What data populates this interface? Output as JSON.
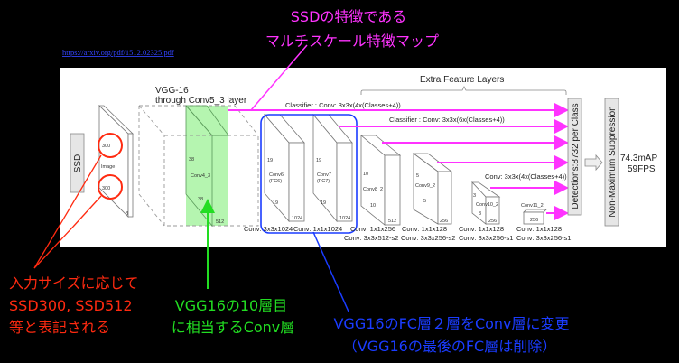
{
  "link": "https://arxiv.org/pdf/1512.02325.pdf",
  "diagram": {
    "ssd_label": "SSD",
    "image": {
      "label": "Image",
      "h": "300",
      "w": "300",
      "c": "3"
    },
    "vgg": {
      "title1": "VGG-16",
      "title2": "through Conv5_3 layer",
      "name": "Conv4_3",
      "h": "38",
      "w": "38",
      "c": "512"
    },
    "conv6": {
      "name1": "Conv6",
      "name2": "(FC6)",
      "h": "19",
      "w": "19",
      "c": "1024",
      "op": "Conv: 3x3x1024"
    },
    "conv7": {
      "name1": "Conv7",
      "name2": "(FC7)",
      "h": "19",
      "w": "19",
      "c": "1024",
      "op": "Conv: 1x1x1024"
    },
    "conv8": {
      "name": "Conv8_2",
      "h": "10",
      "w": "10",
      "c": "512",
      "op1": "Conv: 1x1x256",
      "op2": "Conv: 3x3x512-s2"
    },
    "conv9": {
      "name": "Conv9_2",
      "h": "5",
      "w": "5",
      "c": "256",
      "op1": "Conv: 1x1x128",
      "op2": "Conv: 3x3x256-s2"
    },
    "conv10": {
      "name": "Conv10_2",
      "h": "3",
      "w": "3",
      "c": "256",
      "op1": "Conv: 1x1x128",
      "op2": "Conv: 3x3x256-s1"
    },
    "conv11": {
      "name": "Conv11_2",
      "c": "256",
      "op1": "Conv: 1x1x128",
      "op2": "Conv: 3x3x256-s1"
    },
    "extra_title": "Extra Feature Layers",
    "classifier1": "Classifier : Conv: 3x3x(4x(Classes+4))",
    "classifier2": "Classifier : Conv: 3x3x(6x(Classes+4))",
    "classifier3": "Conv: 3x3x(4x(Classes+4))",
    "detections": "Detections:8732  per Class",
    "nms": "Non-Maximum Suppression",
    "map": "74.3mAP",
    "fps": "59FPS"
  },
  "annotations": {
    "magenta": [
      "SSDの特徴である",
      "マルチスケール特徴マップ"
    ],
    "red": [
      "入力サイズに応じて",
      "SSD300, SSD512",
      "等と表記される"
    ],
    "green": [
      "VGG16の10層目",
      "に相当するConv層"
    ],
    "blue": [
      "VGG16のFC層２層をConv層に変更",
      "（VGG16の最後のFC層は削除）"
    ]
  },
  "colors": {
    "magenta": "#ff33ff",
    "red": "#ff2a10",
    "green": "#22dd22",
    "blue": "#1a3cff"
  }
}
